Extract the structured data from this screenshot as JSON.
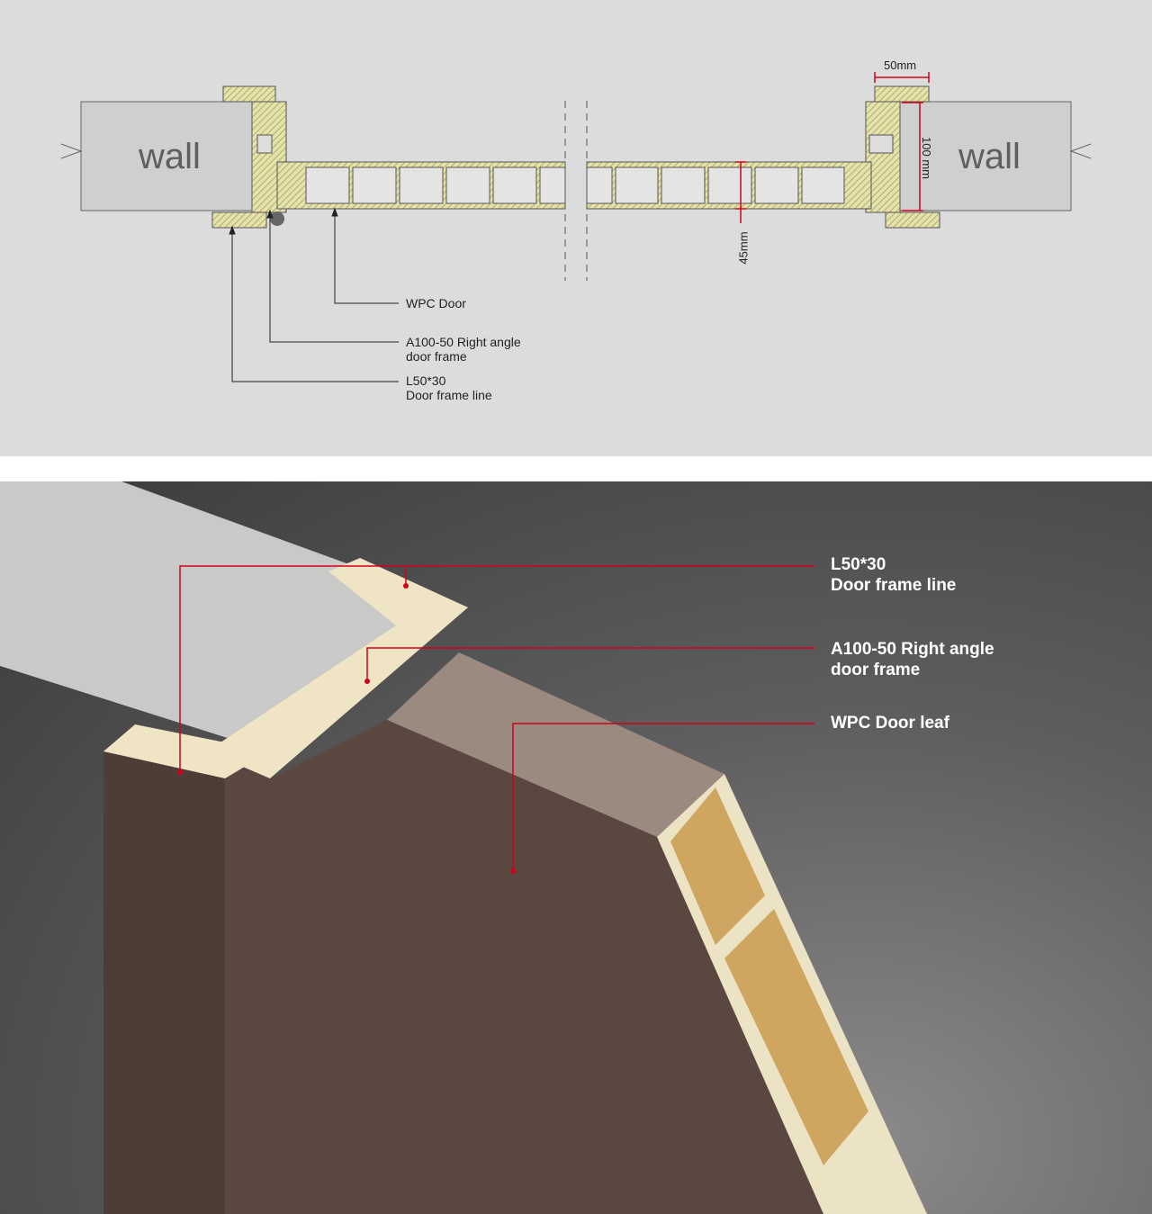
{
  "plan_view": {
    "wall_left": "wall",
    "wall_right": "wall",
    "dim_frame_width": "50mm",
    "dim_wall_thickness": "100 mm",
    "dim_door_thickness": "45mm",
    "labels": {
      "wpc_door": "WPC Door",
      "frame_line1": "A100-50 Right angle",
      "frame_line2": "door frame",
      "line_line1": "L50*30",
      "line_line2": "Door frame line"
    }
  },
  "render_view": {
    "labels": {
      "line_line1": "L50*30",
      "line_line2": "Door frame line",
      "frame_line1": "A100-50 Right angle",
      "frame_line2": "door frame",
      "leaf": "WPC Door leaf"
    },
    "accent": "#d0021b"
  }
}
